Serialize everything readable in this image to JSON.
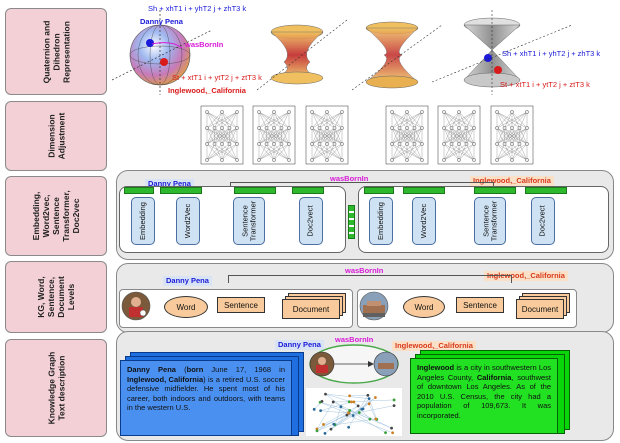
{
  "row_labels": [
    "Quaternion and\nDihedron\nRepresentation",
    "Dimension\nAdjustment",
    "Embedding,\nWord2vec,\nSentence\nTransformer,\nDoc2vec",
    "KG, Word,\nSentence,\nDocument\nLevels",
    "Knowledge Graph\nText description"
  ],
  "quaternion": {
    "head_name": "Danny Pena",
    "relation_name": "wasBornIn",
    "tail_name": "Inglewood,_California",
    "formula_head": "Sh + xhT1 i + yhT2 j + zhT3 k",
    "formula_tail": "St + xtT1 i + ytT2 j + ztT3 k",
    "colors": {
      "head": "#1a1ad8",
      "relation": "#d81ad8",
      "tail": "#d81a1a"
    }
  },
  "embedding": {
    "head_tag": "Danny Pena",
    "relation_tag": "wasBornIn",
    "tail_tag": "Inglewood,_California",
    "encoders": [
      "Embedding",
      "Word2Vec",
      "Sentence\nTransformer",
      "Doc2vect"
    ]
  },
  "levels": {
    "head_tag": "Danny Pena",
    "relation_tag": "wasBornIn",
    "tail_tag": "Inglewood,_California",
    "word": "Word",
    "sentence": "Sentence",
    "document": "Document"
  },
  "kg_text": {
    "head_tag": "Danny Pena",
    "relation_tag": "wasBornIn",
    "tail_tag": "Inglewood,_California",
    "head_desc": {
      "b1": "Danny Pena",
      "t1": " (",
      "b2": "born",
      "t2": " June 17, 1968 in ",
      "b3": "Inglewood, California",
      "t3": ") is a retired U.S. soccer defensive midfielder. He spent most of his career, both indoors and outdoors, with teams in the western U.S."
    },
    "tail_desc": {
      "b1": "Inglewood",
      "t1": " is a city in southwestern Los Angeles County, ",
      "b2": "California",
      "t2": ", southwest of downtown Los Angeles. As of the 2010 U.S. Census, the city had a population of 109,673. It was incorporated."
    }
  }
}
